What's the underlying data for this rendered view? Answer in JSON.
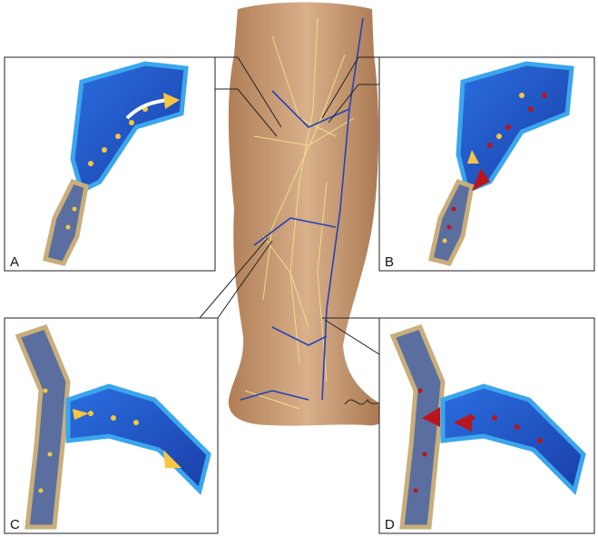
{
  "figure": {
    "panels": [
      {
        "label": "A",
        "description_icon": "lymph-vessel-normal-flow"
      },
      {
        "label": "B",
        "description_icon": "lymph-vessel-reflux"
      },
      {
        "label": "C",
        "description_icon": "lymph-junction-normal-flow"
      },
      {
        "label": "D",
        "description_icon": "lymph-junction-reflux"
      }
    ],
    "colors": {
      "vessel_blue": "#1f5fd6",
      "vessel_light": "#3aa6ee",
      "capillary_tan": "#c9ae7a",
      "lymph_yellow": "#f6c640",
      "blood_red": "#b8161c",
      "skin": "#c79a72"
    }
  }
}
